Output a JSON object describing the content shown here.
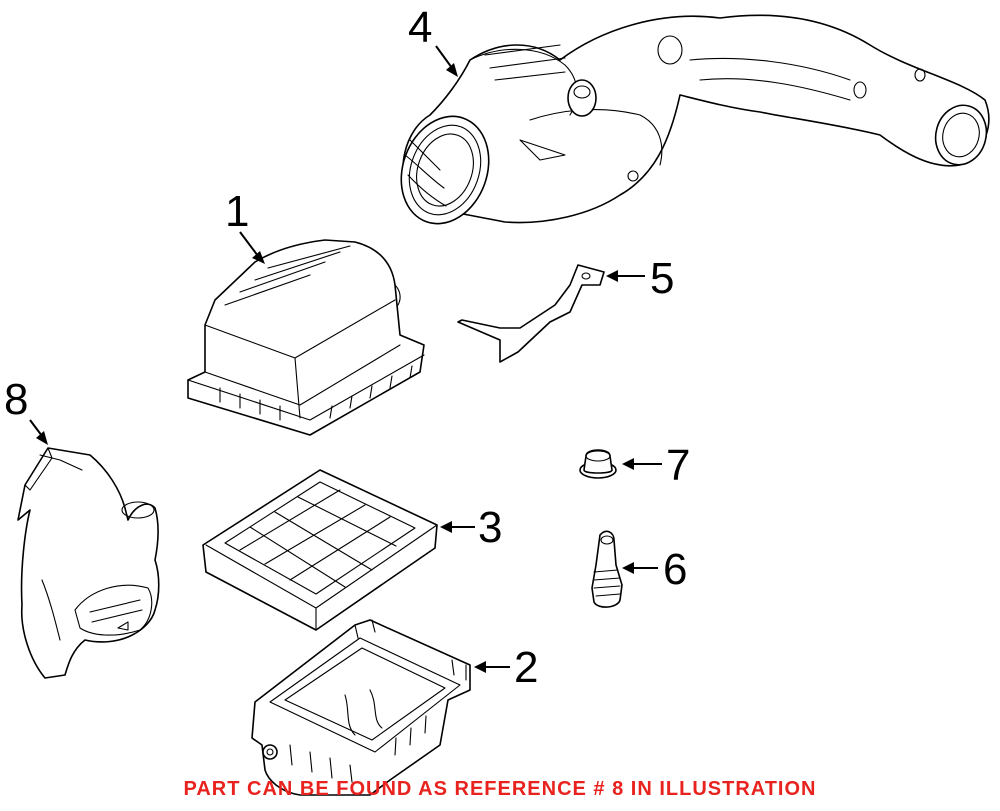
{
  "callouts": [
    {
      "id": 1,
      "label": "1"
    },
    {
      "id": 2,
      "label": "2"
    },
    {
      "id": 3,
      "label": "3"
    },
    {
      "id": 4,
      "label": "4"
    },
    {
      "id": 5,
      "label": "5"
    },
    {
      "id": 6,
      "label": "6"
    },
    {
      "id": 7,
      "label": "7"
    },
    {
      "id": 8,
      "label": "8"
    }
  ],
  "note": {
    "text": "PART CAN BE FOUND AS REFERENCE # 8 IN ILLUSTRATION",
    "color": "#e8231f"
  }
}
